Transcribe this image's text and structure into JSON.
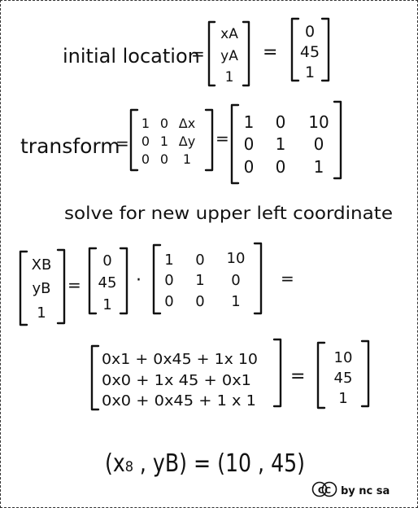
{
  "line1": {
    "label": "initial location",
    "eq": "=",
    "vec_symbolic": [
      "xA",
      "yA",
      "1"
    ],
    "eq2": "=",
    "vec_values": [
      "0",
      "45",
      "1"
    ]
  },
  "line2": {
    "label": "transform",
    "eq": "=",
    "matrix_symbolic": [
      [
        "1",
        "0",
        "Δx"
      ],
      [
        "0",
        "1",
        "Δy"
      ],
      [
        "0",
        "0",
        "1"
      ]
    ],
    "eq2": "=",
    "matrix_values": [
      [
        "1",
        "0",
        "10"
      ],
      [
        "0",
        "1",
        "0"
      ],
      [
        "0",
        "0",
        "1"
      ]
    ]
  },
  "line3": {
    "text": "solve for new upper left coordinate"
  },
  "line4": {
    "vec_result": [
      "XB",
      "yB",
      "1"
    ],
    "eq": "=",
    "vec_values": [
      "0",
      "45",
      "1"
    ],
    "dot": "·",
    "matrix_values": [
      [
        "1",
        "0",
        "10"
      ],
      [
        "0",
        "1",
        "0"
      ],
      [
        "0",
        "0",
        "1"
      ]
    ],
    "eq2": "="
  },
  "line5": {
    "rows": [
      "0x1 + 0x45 + 1x 10",
      "0x0 + 1x 45 + 0x1",
      "0x0 + 0x45 + 1 x 1"
    ],
    "eq": "=",
    "result": [
      "10",
      "45",
      "1"
    ]
  },
  "line6": {
    "text": "(x₈ , yB) = (10 , 45)"
  },
  "license": {
    "cc": "CC",
    "text": "by nc sa"
  }
}
